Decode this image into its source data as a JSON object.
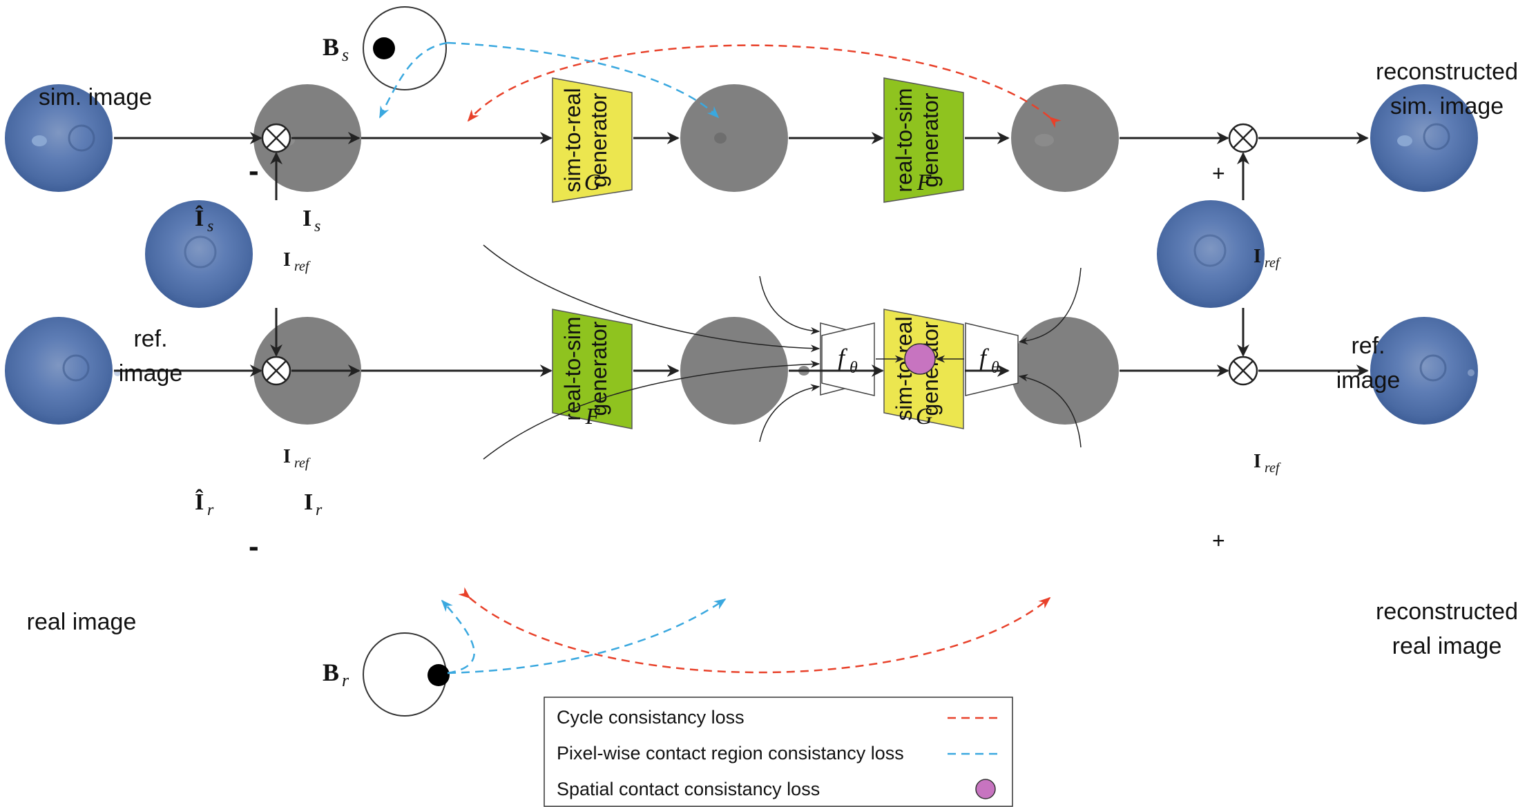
{
  "labels": {
    "sim_image": "sim. image",
    "real_image": "real image",
    "ref_image_left": [
      "ref.",
      "image"
    ],
    "ref_image_right": [
      "ref.",
      "image"
    ],
    "reconstructed_sim": [
      "reconstructed",
      "sim. image"
    ],
    "reconstructed_real": [
      "reconstructed",
      "real image"
    ]
  },
  "math": {
    "I_hat_s": {
      "base": "Î",
      "sub": "s"
    },
    "I_hat_r": {
      "base": "Î",
      "sub": "r"
    },
    "I_s": {
      "base": "I",
      "sub": "s"
    },
    "I_r": {
      "base": "I",
      "sub": "r"
    },
    "I_ref": {
      "base": "I",
      "sub": "ref"
    },
    "B_s": {
      "base": "B",
      "sub": "s"
    },
    "B_r": {
      "base": "B",
      "sub": "r"
    },
    "f_theta": {
      "base": "f",
      "sub": "θ"
    }
  },
  "signs": {
    "minus": "-",
    "plus": "+"
  },
  "generators": {
    "top_left": {
      "lines": [
        "sim-to-real",
        "generator"
      ],
      "symbol": "G",
      "color": "#ece64f"
    },
    "top_right": {
      "lines": [
        "real-to-sim",
        "generator"
      ],
      "symbol": "F",
      "color": "#8fc31f"
    },
    "bottom_left": {
      "lines": [
        "real-to-sim",
        "generator"
      ],
      "symbol": "F",
      "color": "#8fc31f"
    },
    "bottom_right": {
      "lines": [
        "sim-to-real",
        "generator"
      ],
      "symbol": "G",
      "color": "#ece64f"
    }
  },
  "legend": {
    "items": [
      {
        "label": "Cycle consistancy loss",
        "marker": "red-dashed"
      },
      {
        "label": "Pixel-wise contact region consistancy loss",
        "marker": "blue-dashed"
      },
      {
        "label": "Spatial contact consistancy loss",
        "marker": "pink-dot"
      }
    ]
  },
  "colors": {
    "cycle_loss": "#e8412a",
    "pixel_loss": "#3aa8df",
    "spatial_loss": "#c774c0",
    "gray_disk": "#808080",
    "tactile_blue": "#5b7bb5",
    "arrow": "#222222"
  }
}
